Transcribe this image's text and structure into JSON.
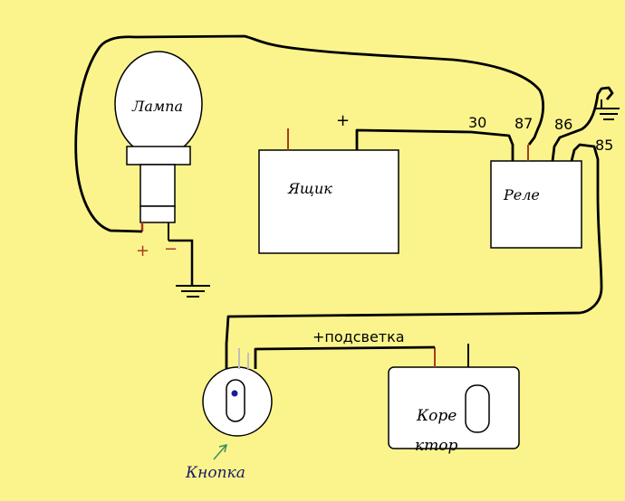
{
  "colors": {
    "background": "#fbf48c",
    "wire": "#000000",
    "box_fill": "#ffffff",
    "red_wire": "#a83a24",
    "blue_dot": "#1a1aa0",
    "arrow": "#3a8f5a",
    "gray_wire": "#bfbfbf"
  },
  "labels": {
    "lamp": "Лампа",
    "box": "Ящик",
    "relay": "Реле",
    "button": "Кнопка",
    "korrector_line1": "Коре",
    "korrector_line2": "ктор",
    "plus_box": "+",
    "pin_30": "30",
    "pin_87": "87",
    "pin_86": "86",
    "pin_85": "85",
    "backlight": "+подсветка",
    "lamp_plus": "+",
    "lamp_minus": "−"
  }
}
